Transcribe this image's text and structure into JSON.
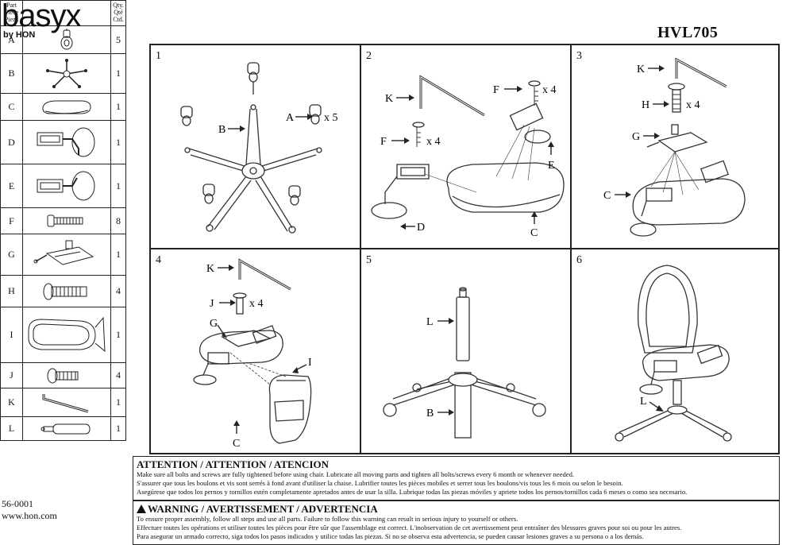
{
  "brand": {
    "logo": "basyx",
    "logo_sub": "by HON"
  },
  "model": "HVL705",
  "parts_table": {
    "header_part": [
      "Part",
      "Pièce",
      "Pieza"
    ],
    "header_qty": [
      "Qty.",
      "Qté",
      "Ctd."
    ],
    "rows": [
      {
        "label": "A",
        "qty": "5",
        "icon": "caster-icon"
      },
      {
        "label": "B",
        "qty": "1",
        "icon": "base-icon"
      },
      {
        "label": "C",
        "qty": "1",
        "icon": "seat-icon"
      },
      {
        "label": "D",
        "qty": "1",
        "icon": "armrest-icon"
      },
      {
        "label": "E",
        "qty": "1",
        "icon": "armrest-icon"
      },
      {
        "label": "F",
        "qty": "8",
        "icon": "screw-icon"
      },
      {
        "label": "G",
        "qty": "1",
        "icon": "mechanism-icon"
      },
      {
        "label": "H",
        "qty": "4",
        "icon": "screw-icon"
      },
      {
        "label": "I",
        "qty": "1",
        "icon": "back-icon"
      },
      {
        "label": "J",
        "qty": "4",
        "icon": "screw-icon"
      },
      {
        "label": "K",
        "qty": "1",
        "icon": "allen-key-icon"
      },
      {
        "label": "L",
        "qty": "1",
        "icon": "gas-lift-icon"
      }
    ]
  },
  "footer": {
    "part_no": "56-0001",
    "website": "www.hon.com"
  },
  "steps": [
    {
      "number": "1",
      "labels": {
        "a": "A",
        "a_qty": "x 5",
        "b": "B"
      }
    },
    {
      "number": "2",
      "labels": {
        "k": "K",
        "f1": "F",
        "f1_qty": "x 4",
        "f2": "F",
        "f2_qty": "x 4",
        "e": "E",
        "d": "D",
        "c": "C"
      }
    },
    {
      "number": "3",
      "labels": {
        "k": "K",
        "h": "H",
        "h_qty": "x 4",
        "g": "G",
        "c": "C"
      }
    },
    {
      "number": "4",
      "labels": {
        "k": "K",
        "j": "J",
        "j_qty": "x 4",
        "g": "G",
        "i": "I",
        "c": "C"
      }
    },
    {
      "number": "5",
      "labels": {
        "l": "L",
        "b": "B"
      }
    },
    {
      "number": "6",
      "labels": {
        "l": "L"
      }
    }
  ],
  "attention": {
    "title": "ATTENTION / ATTENTION / ATENCION",
    "lines": [
      "Make sure all bolts and screws are fully tightened before using chair. Lubricate all moving parts and tighten all bolts/screws every 6 month or whenever needed.",
      "S'assurer que tous les boulons et vis sont serrés à fond avant d'utiliser la chaise. Lubrifier toutes les pièces mobiles et serrer tous les boulons/vis tous les 6 mois ou selon le besoin.",
      "Asegúrese que todos los pernos y tornillos estén completamente apretados antes de usar la silla. Lubrique todas las piezas móviles y apriete todos los pernos/tornillos cada 6 meses o como sea necesario."
    ]
  },
  "warning": {
    "title": "WARNING / AVERTISSEMENT / ADVERTENCIA",
    "lines": [
      "To ensure proper assembly, follow all steps and use all parts. Failure to follow this warning can result in serious injury to yourself or others.",
      "Effectuer toutes les opérations et utiliser toutes les pièces pour être sûr que l'assemblage est correct. L'inobservation de cet avertissement peut entraîner des blessures graves pour soi ou pour les autres.",
      "Para asegurar un armado correcto, siga todos los pasos indicados y utilice todas las piezas. Si no se observa esta advertencia, se pueden causar lesiones graves a su persona o a los demás."
    ]
  }
}
